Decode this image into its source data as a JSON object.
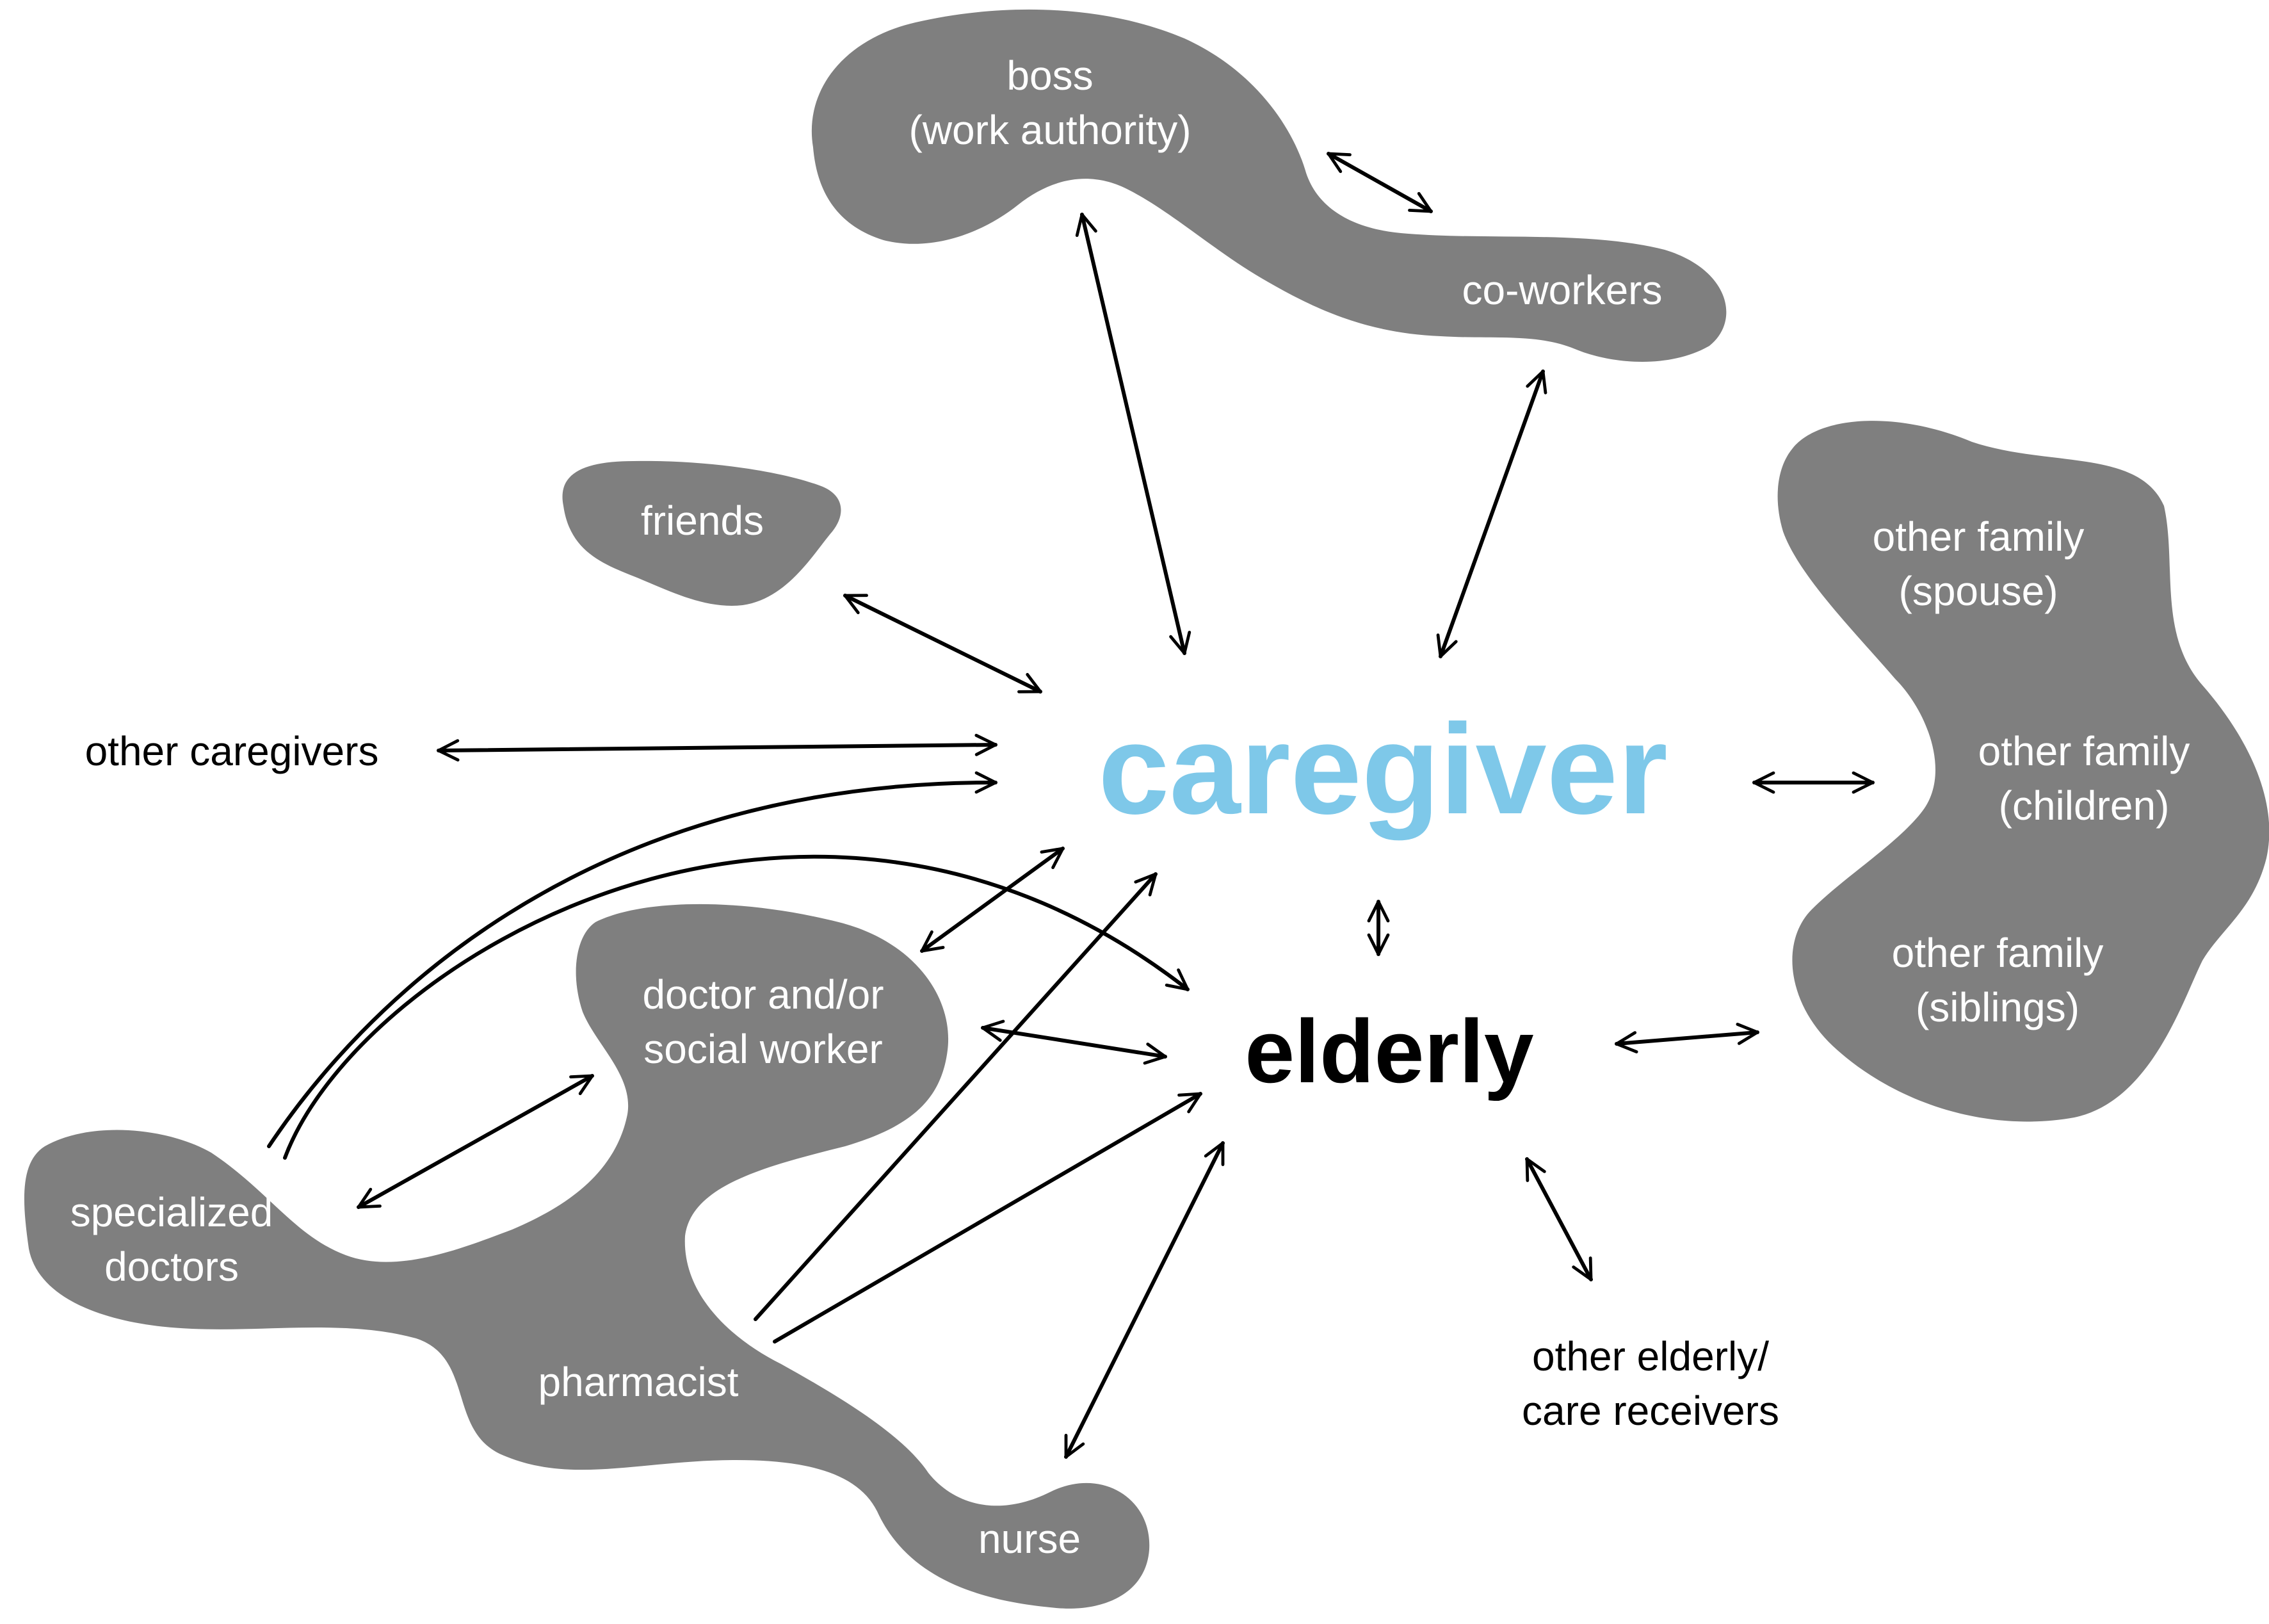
{
  "colors": {
    "caregiver": "#7ec8e9",
    "blob": "#7f7f7f"
  },
  "center": {
    "caregiver": "caregiver",
    "elderly": "elderly"
  },
  "groups": {
    "work": {
      "boss_line1": "boss",
      "boss_line2": "(work authority)",
      "coworkers": "co-workers"
    },
    "friends": "friends",
    "family": {
      "spouse_line1": "other family",
      "spouse_line2": "(spouse)",
      "children_line1": "other family",
      "children_line2": "(children)",
      "siblings_line1": "other family",
      "siblings_line2": "(siblings)"
    },
    "medical": {
      "doctor_line1": "doctor and/or",
      "doctor_line2": "social worker",
      "specialized_line1": "specialized",
      "specialized_line2": "doctors",
      "pharmacist": "pharmacist",
      "nurse": "nurse"
    }
  },
  "plain_labels": {
    "other_caregivers": "other caregivers",
    "other_elderly_line1": "other elderly/",
    "other_elderly_line2": "care receivers"
  }
}
